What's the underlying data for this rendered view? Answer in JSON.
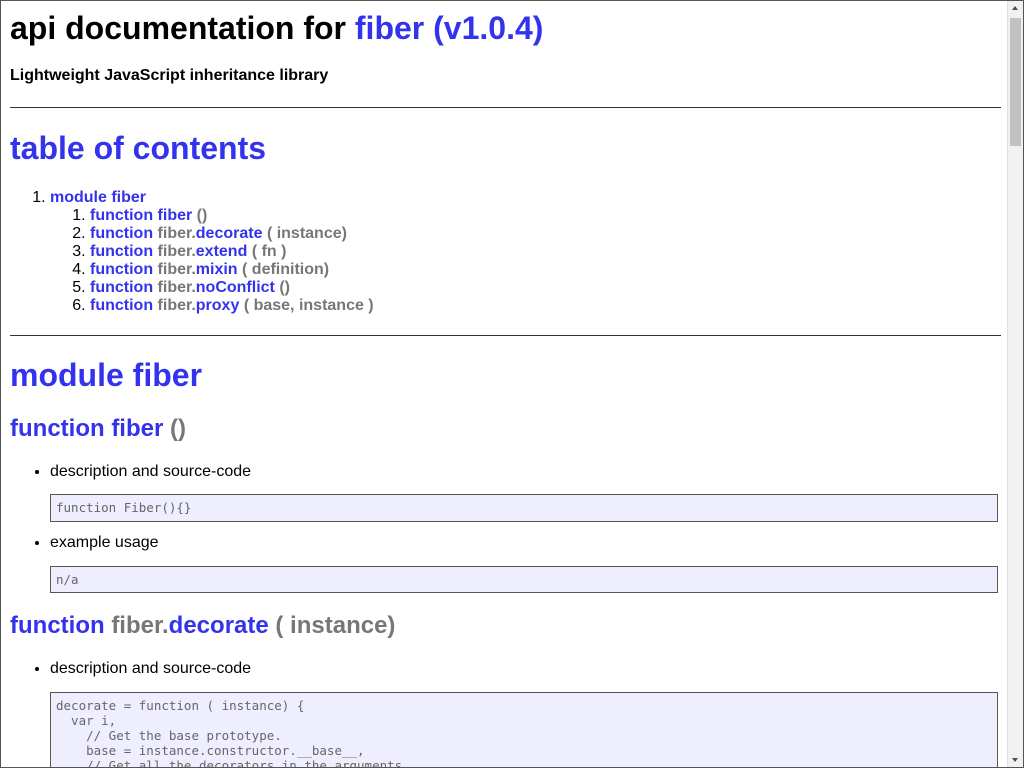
{
  "header": {
    "title_prefix": "api documentation for",
    "package": "fiber",
    "version": "(v1.0.4)",
    "subtitle": "Lightweight JavaScript inheritance library"
  },
  "toc": {
    "title": "table of contents",
    "module_label": "module fiber",
    "items": [
      {
        "kw": "function",
        "ns": "",
        "name": "fiber",
        "args": "()"
      },
      {
        "kw": "function",
        "ns": "fiber.",
        "name": "decorate",
        "args": "( instance)"
      },
      {
        "kw": "function",
        "ns": "fiber.",
        "name": "extend",
        "args": "( fn )"
      },
      {
        "kw": "function",
        "ns": "fiber.",
        "name": "mixin",
        "args": "( definition)"
      },
      {
        "kw": "function",
        "ns": "fiber.",
        "name": "noConflict",
        "args": "()"
      },
      {
        "kw": "function",
        "ns": "fiber.",
        "name": "proxy",
        "args": "( base, instance )"
      }
    ]
  },
  "module": {
    "title": "module fiber",
    "functions": [
      {
        "kw": "function",
        "ns": "",
        "name": "fiber",
        "args": "()",
        "desc_label": "description and source-code",
        "source": "function Fiber(){}",
        "example_label": "example usage",
        "example": "n/a"
      },
      {
        "kw": "function",
        "ns": "fiber.",
        "name": "decorate",
        "args": "( instance)",
        "desc_label": "description and source-code",
        "source": "decorate = function ( instance) {\n  var i,\n    // Get the base prototype.\n    base = instance.constructor.__base__,\n    // Get all the decorators in the arguments."
      }
    ]
  },
  "colors": {
    "link": "#3333ee",
    "muted": "#777777",
    "code_bg": "#eeeeff"
  }
}
